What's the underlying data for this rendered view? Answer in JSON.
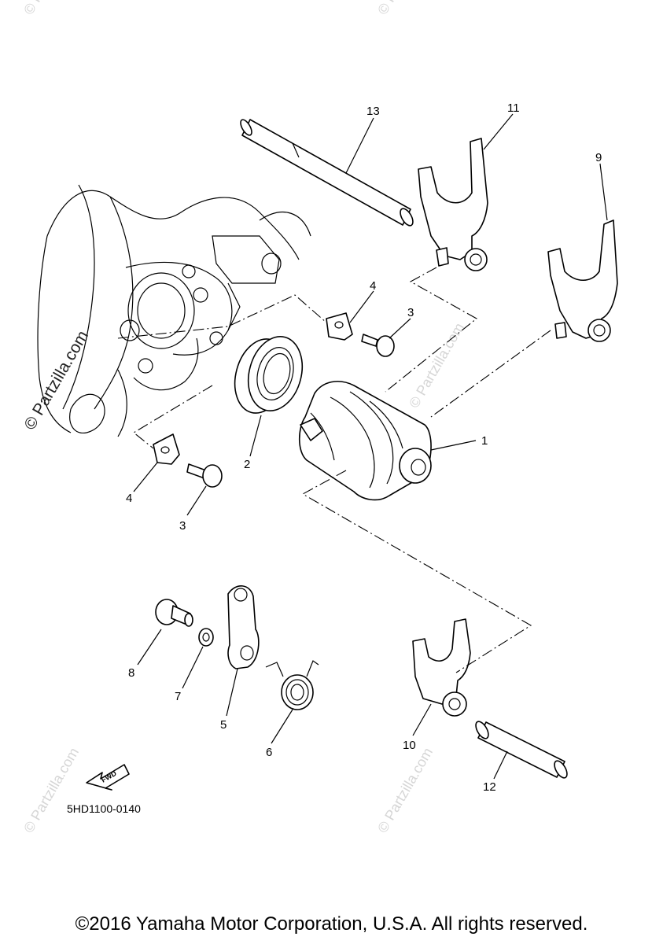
{
  "diagram": {
    "callouts": [
      "1",
      "2",
      "3",
      "3",
      "4",
      "4",
      "5",
      "6",
      "7",
      "8",
      "9",
      "10",
      "11",
      "12",
      "13"
    ],
    "diagram_code": "5HD1100-0140",
    "fwd_arrow_text": "FWD"
  },
  "watermarks": {
    "side_text": "© Partzilla.com",
    "repeat_text": "© Partzilla.com"
  },
  "footer": {
    "copyright": "©2016 Yamaha Motor Corporation, U.S.A. All rights reserved."
  }
}
